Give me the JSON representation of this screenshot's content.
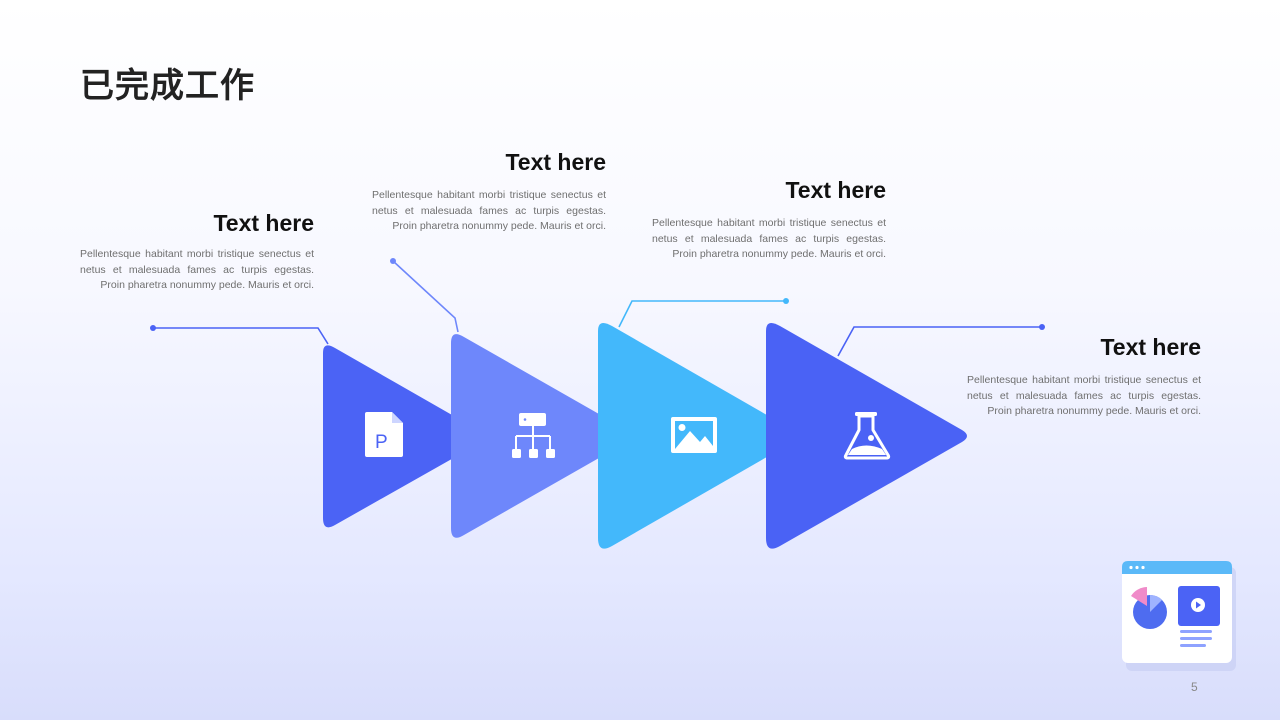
{
  "slide": {
    "title": "已完成工作",
    "page_number": "5"
  },
  "steps": [
    {
      "heading": "Text here",
      "body": "Pellentesque habitant morbi tristique senectus et netus et malesuada fames ac turpis egestas. Proin pharetra nonummy pede. Mauris et orci.",
      "icon": "document-p-icon",
      "color": "#4b63f5"
    },
    {
      "heading": "Text here",
      "body": "Pellentesque habitant morbi tristique senectus et netus et malesuada fames ac turpis egestas. Proin pharetra nonummy pede. Mauris et orci.",
      "icon": "hierarchy-icon",
      "color": "#6e87fb"
    },
    {
      "heading": "Text here",
      "body": "Pellentesque habitant morbi tristique senectus et netus et malesuada fames ac turpis egestas. Proin pharetra nonummy pede. Mauris et orci.",
      "icon": "image-icon",
      "color": "#43b8fb"
    },
    {
      "heading": "Text here",
      "body": "Pellentesque habitant morbi tristique senectus et netus et malesuada fames ac turpis egestas. Proin pharetra nonummy pede. Mauris et orci.",
      "icon": "flask-icon",
      "color": "#4a62f5"
    }
  ],
  "decoration": {
    "icon": "dashboard-window-icon"
  }
}
